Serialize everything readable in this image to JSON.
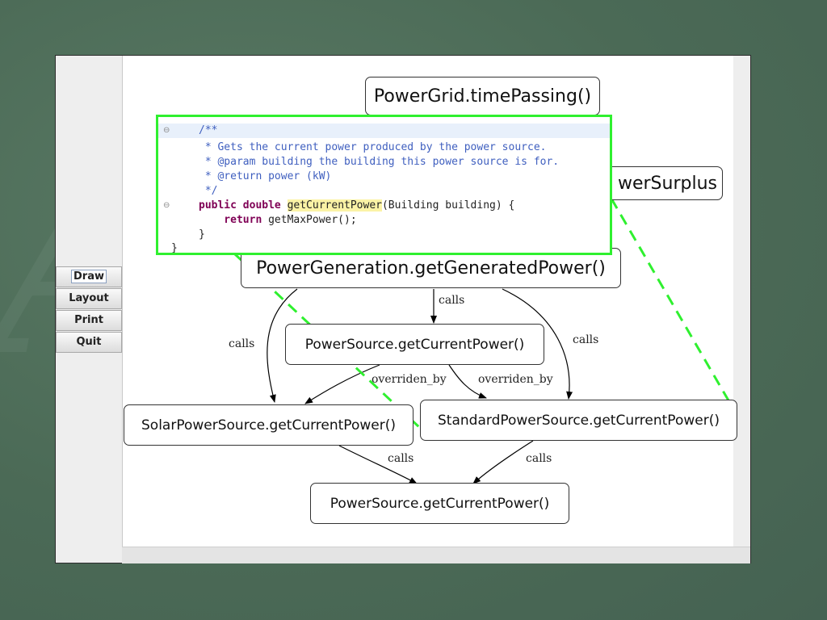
{
  "toolbar": {
    "draw": "Draw",
    "layout": "Layout",
    "print": "Print",
    "quit": "Quit"
  },
  "nodes": {
    "time_passing": "PowerGrid.timePassing()",
    "power_surplus": "werSurplus",
    "get_generated_power": "PowerGeneration.getGeneratedPower()",
    "source_current_power": "PowerSource.getCurrentPower()",
    "solar_current_power": "SolarPowerSource.getCurrentPower()",
    "standard_current_power": "StandardPowerSource.getCurrentPower()",
    "source_current_power_bottom": "PowerSource.getCurrentPower()"
  },
  "edge_labels": {
    "calls_left": "calls",
    "calls_middle": "calls",
    "calls_right": "calls",
    "overriden_left": "overriden_by",
    "overriden_right": "overriden_by",
    "calls_bottom_left": "calls",
    "calls_bottom_right": "calls"
  },
  "code_popup": {
    "lines": [
      {
        "fold": "⊖",
        "parts": [
          [
            "cm",
            "/**"
          ]
        ]
      },
      {
        "fold": "",
        "parts": [
          [
            "cm",
            " * Gets the current power produced by the power source."
          ]
        ]
      },
      {
        "fold": "",
        "parts": [
          [
            "cm",
            " * @param building the building this power source is for."
          ]
        ]
      },
      {
        "fold": "",
        "parts": [
          [
            "cm",
            " * @return power (kW)"
          ]
        ]
      },
      {
        "fold": "",
        "parts": [
          [
            "cm",
            " */"
          ]
        ]
      },
      {
        "fold": "⊖",
        "parts": [
          [
            "kw",
            "public double "
          ],
          [
            "mh",
            "getCurrentPower"
          ],
          [
            "",
            "(Building building) {"
          ]
        ]
      },
      {
        "fold": "",
        "parts": [
          [
            "kw",
            "    return "
          ],
          [
            "",
            "getMaxPower();"
          ]
        ]
      },
      {
        "fold": "",
        "parts": [
          [
            "",
            "}"
          ]
        ]
      },
      {
        "fold": "",
        "parts": [
          [
            "",
            "}"
          ]
        ]
      }
    ]
  },
  "colors": {
    "highlight_green": "#2ff02f",
    "slide_background": "#4b6a56"
  }
}
